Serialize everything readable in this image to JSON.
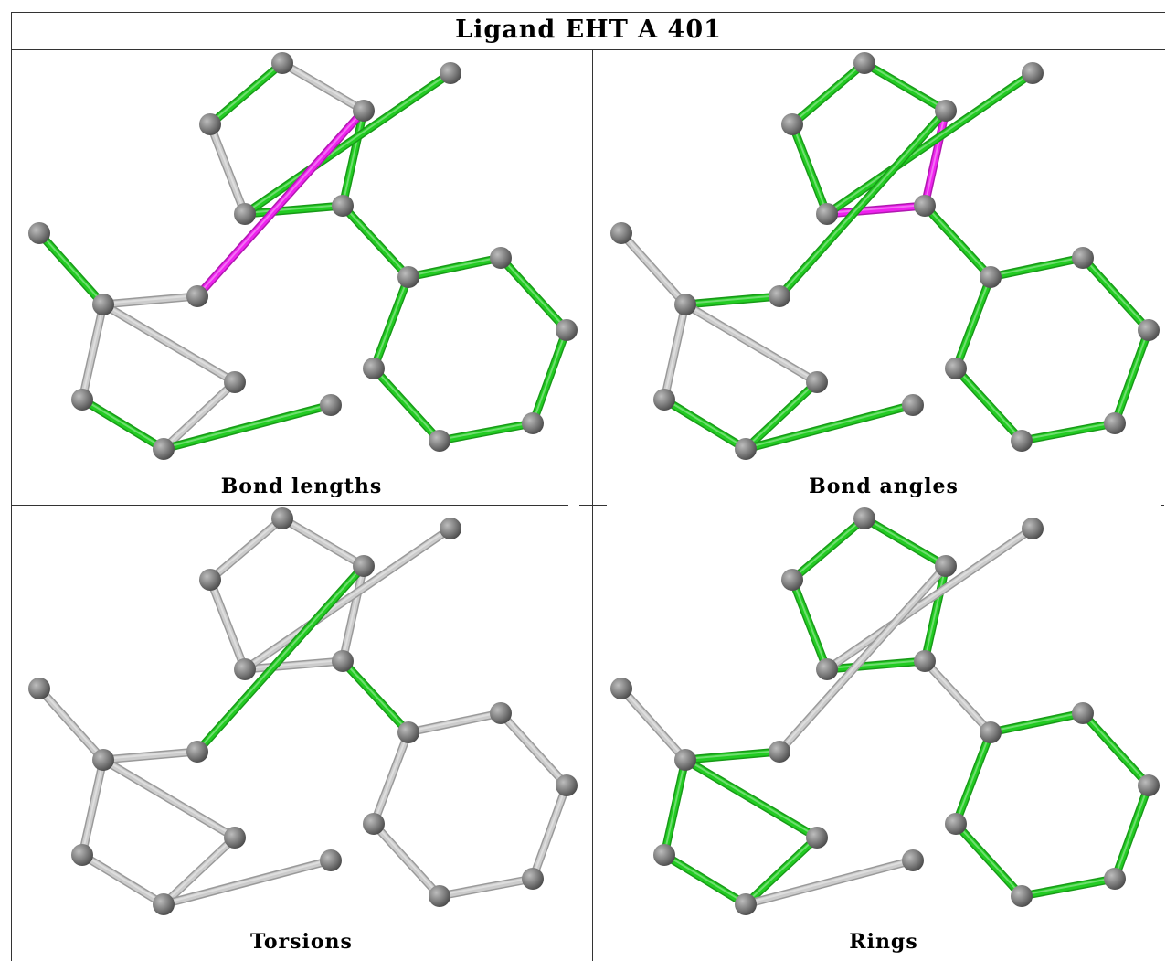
{
  "title": "Ligand EHT A 401",
  "colors": {
    "ok": "#22cc22",
    "outlier": "#ee22ee",
    "none": "#cccccc",
    "atom": "#7a7a7a"
  },
  "atoms": [
    {
      "id": "C1"
    },
    {
      "id": "C2"
    },
    {
      "id": "C3"
    },
    {
      "id": "C4"
    },
    {
      "id": "C5"
    },
    {
      "id": "C6"
    },
    {
      "id": "C7"
    },
    {
      "id": "C8"
    },
    {
      "id": "C9"
    },
    {
      "id": "C10"
    },
    {
      "id": "C11"
    },
    {
      "id": "C12"
    },
    {
      "id": "C13"
    },
    {
      "id": "C14"
    },
    {
      "id": "C15"
    },
    {
      "id": "C16"
    },
    {
      "id": "C17"
    },
    {
      "id": "C18"
    },
    {
      "id": "C19"
    },
    {
      "id": "C20"
    }
  ],
  "bonds": [
    [
      0,
      1
    ],
    [
      1,
      2
    ],
    [
      2,
      3
    ],
    [
      3,
      4
    ],
    [
      4,
      0
    ],
    [
      2,
      5
    ],
    [
      4,
      6
    ],
    [
      6,
      7
    ],
    [
      7,
      8
    ],
    [
      8,
      9
    ],
    [
      9,
      10
    ],
    [
      10,
      7
    ],
    [
      11,
      7
    ],
    [
      9,
      12
    ],
    [
      3,
      13
    ],
    [
      13,
      14
    ],
    [
      14,
      15
    ],
    [
      15,
      16
    ],
    [
      16,
      17
    ],
    [
      17,
      18
    ],
    [
      18,
      13
    ]
  ],
  "panels": [
    {
      "caption": "Bond lengths",
      "bond_status": [
        "ok",
        "none",
        "ok",
        "ok",
        "none",
        "ok",
        "outlier",
        "none",
        "none",
        "ok",
        "none",
        "none",
        "ok",
        "ok",
        "ok",
        "ok",
        "ok",
        "ok",
        "ok",
        "ok",
        "ok"
      ]
    },
    {
      "caption": "Bond angles",
      "bond_status": [
        "ok",
        "ok",
        "outlier",
        "outlier",
        "ok",
        "ok",
        "ok",
        "ok",
        "none",
        "ok",
        "ok",
        "none",
        "none",
        "ok",
        "ok",
        "ok",
        "ok",
        "ok",
        "ok",
        "ok",
        "ok"
      ]
    },
    {
      "caption": "Torsions",
      "bond_status": [
        "none",
        "none",
        "none",
        "none",
        "none",
        "none",
        "ok",
        "none",
        "none",
        "none",
        "none",
        "none",
        "none",
        "none",
        "ok",
        "none",
        "none",
        "none",
        "none",
        "none",
        "none"
      ]
    },
    {
      "caption": "Rings",
      "bond_status": [
        "ok",
        "ok",
        "ok",
        "ok",
        "ok",
        "none",
        "none",
        "ok",
        "ok",
        "ok",
        "ok",
        "ok",
        "none",
        "none",
        "none",
        "ok",
        "ok",
        "ok",
        "ok",
        "ok",
        "ok"
      ]
    }
  ]
}
